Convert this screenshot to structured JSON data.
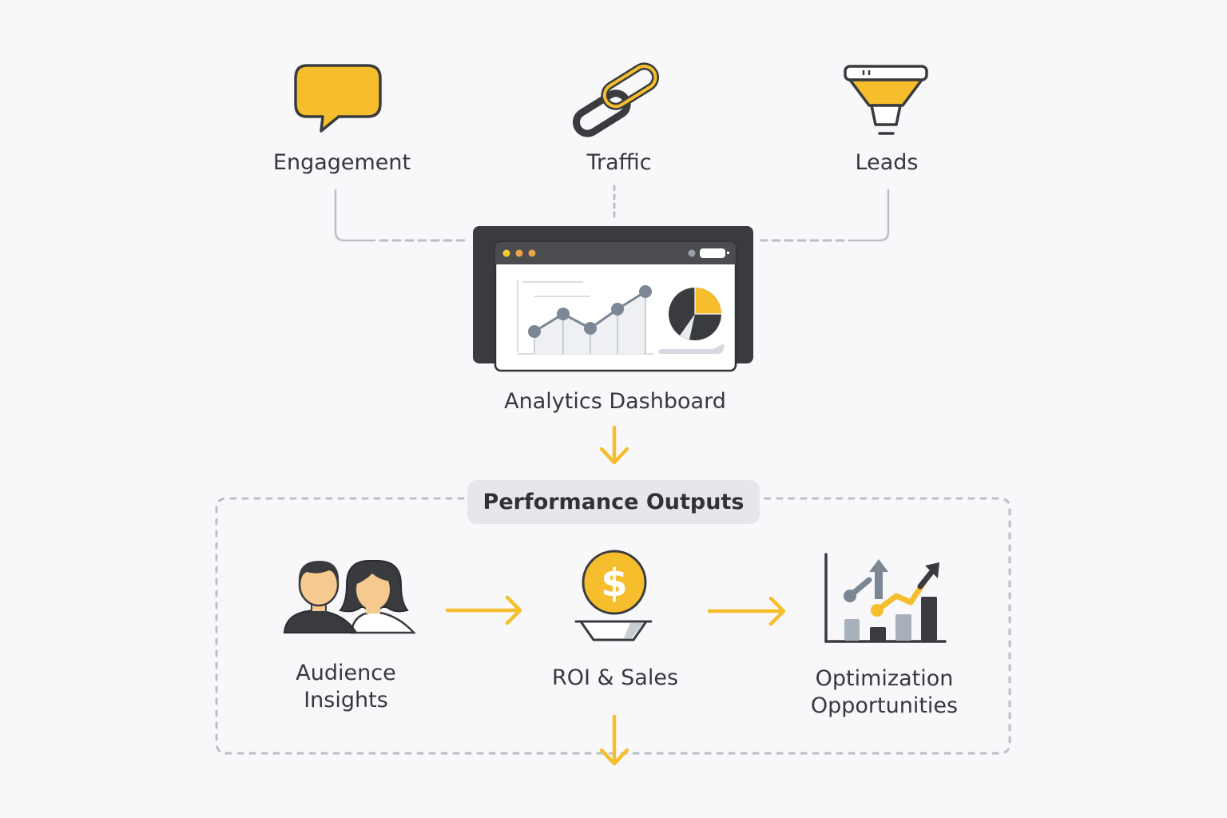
{
  "colors": {
    "accent": "#f6be2c",
    "dark": "#393b3f",
    "connector": "#b9c0ca",
    "skin": "#f6c98e",
    "gray_mark": "#7b8794",
    "light_bar": "#a8b0bb"
  },
  "sources": [
    {
      "label": "Engagement",
      "icon": "speech-bubble-icon"
    },
    {
      "label": "Traffic",
      "icon": "chain-link-icon"
    },
    {
      "label": "Leads",
      "icon": "funnel-icon"
    }
  ],
  "hub": {
    "label": "Analytics Dashboard",
    "icon": "dashboard-monitor-icon"
  },
  "outputs_group": {
    "title": "Performance Outputs",
    "items": [
      {
        "label_line1": "Audience",
        "label_line2": "Insights",
        "icon": "people-icon"
      },
      {
        "label_line1": "ROI & Sales",
        "label_line2": "",
        "icon": "coin-bowl-icon"
      },
      {
        "label_line1": "Optimization",
        "label_line2": "Opportunities",
        "icon": "growth-chart-icon"
      }
    ]
  }
}
